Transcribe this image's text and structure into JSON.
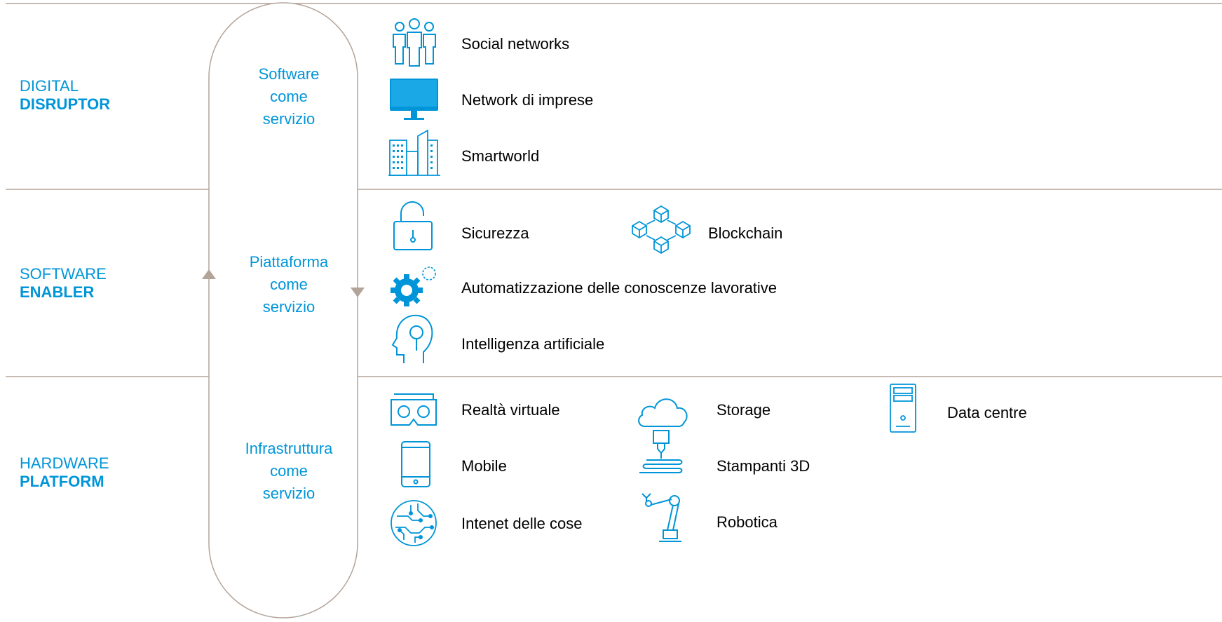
{
  "layers": [
    {
      "line1": "DIGITAL",
      "line2": "DISRUPTOR"
    },
    {
      "line1": "SOFTWARE",
      "line2": "ENABLER"
    },
    {
      "line1": "HARDWARE",
      "line2": "PLATFORM"
    }
  ],
  "services": [
    {
      "line1": "Software",
      "line2": "come",
      "line3": "servizio"
    },
    {
      "line1": "Piattaforma",
      "line2": "come",
      "line3": "servizio"
    },
    {
      "line1": "Infrastruttura",
      "line2": "come",
      "line3": "servizio"
    }
  ],
  "items": {
    "social": "Social networks",
    "network": "Network di imprese",
    "smartworld": "Smartworld",
    "sicurezza": "Sicurezza",
    "blockchain": "Blockchain",
    "automatizzazione": "Automatizzazione delle conoscenze lavorative",
    "ia": "Intelligenza artificiale",
    "realta": "Realtà virtuale",
    "storage": "Storage",
    "datacentre": "Data centre",
    "mobile": "Mobile",
    "stampanti": "Stampanti 3D",
    "iot": "Intenet delle cose",
    "robotica": "Robotica"
  },
  "icons": {
    "social": "people-group-icon",
    "network": "monitor-icon",
    "smartworld": "buildings-icon",
    "sicurezza": "open-padlock-icon",
    "blockchain": "blockchain-cubes-icon",
    "automatizzazione": "gears-icon",
    "ia": "ai-head-icon",
    "realta": "vr-headset-icon",
    "storage": "cloud-icon",
    "datacentre": "server-icon",
    "mobile": "smartphone-icon",
    "stampanti": "3d-printer-icon",
    "iot": "circuit-globe-icon",
    "robotica": "robot-arm-icon"
  },
  "colors": {
    "accent": "#0095d8",
    "line": "#b3a49a",
    "text": "#000000"
  }
}
